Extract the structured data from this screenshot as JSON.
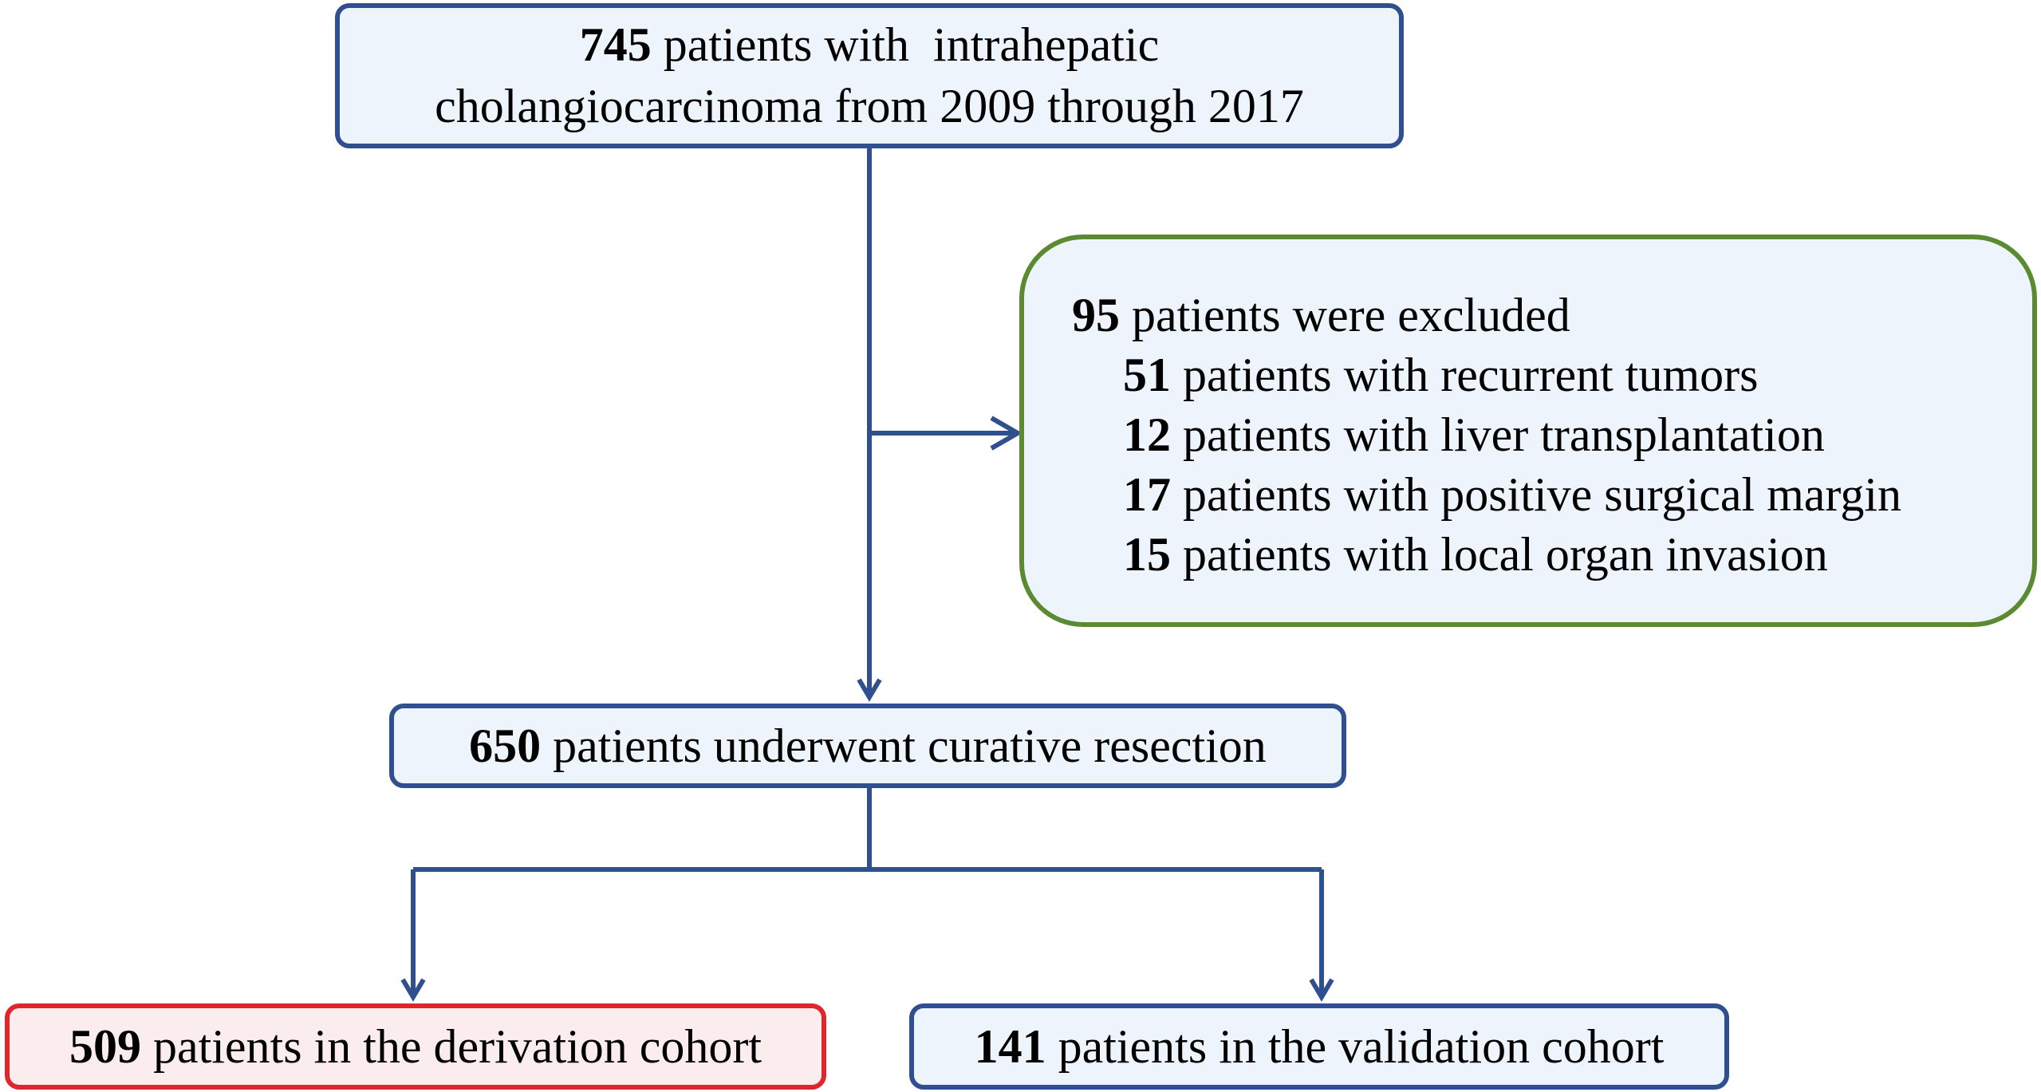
{
  "total_box": {
    "count": "745",
    "line1_rest": " patients with  intrahepatic",
    "line2": "cholangiocarcinoma from 2009 through 2017"
  },
  "excluded_box": {
    "count": "95",
    "text": " patients were excluded",
    "reasons": [
      {
        "count": "51",
        "text": " patients with recurrent tumors"
      },
      {
        "count": "12",
        "text": " patients with liver transplantation"
      },
      {
        "count": "17",
        "text": " patients with positive surgical margin"
      },
      {
        "count": "15",
        "text": " patients with local organ invasion"
      }
    ]
  },
  "resection_box": {
    "count": "650",
    "text": " patients underwent curative resection"
  },
  "derivation_box": {
    "count": "509",
    "text": " patients in the derivation cohort"
  },
  "validation_box": {
    "count": "141",
    "text": " patients in the validation cohort"
  },
  "colors": {
    "connector": "#2f4f8f",
    "blue_border": "#2f4f8f",
    "green_border": "#5a8a32",
    "red_border": "#e0262d",
    "box_fill": "#eef4fb",
    "red_fill": "#fbeded"
  }
}
